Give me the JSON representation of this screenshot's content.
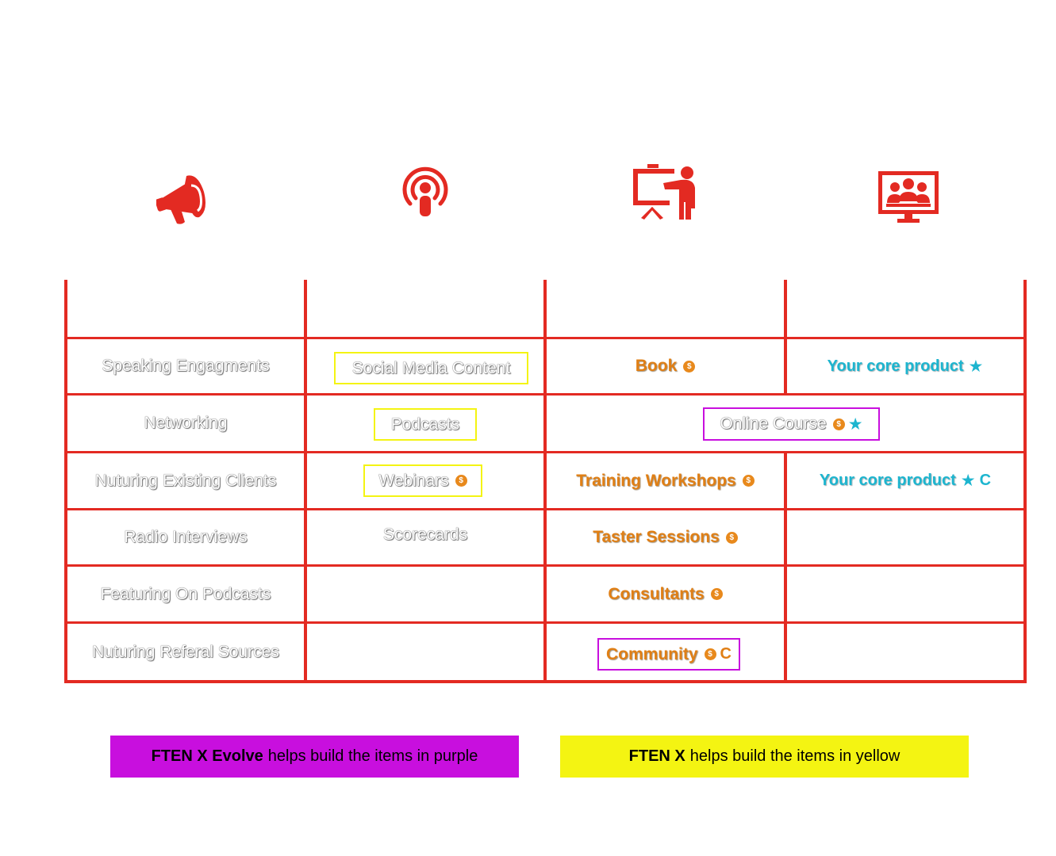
{
  "colors": {
    "grid": "#e32a22",
    "icon": "#e32a22",
    "orange_text": "#e07f15",
    "teal_text": "#1db5cf",
    "purple": "#c80fde",
    "yellow": "#f4f412"
  },
  "header_icons": [
    "megaphone-icon",
    "podcast-icon",
    "presenter-icon",
    "video-conference-icon"
  ],
  "rows": [
    {
      "col1": "Speaking Engagments",
      "col2": "Social Media Content",
      "col3": "Book",
      "col4": "Your core product"
    },
    {
      "col1": "Networking",
      "col2": "Podcasts",
      "col34": "Online Course"
    },
    {
      "col1": "Nuturing Existing Clients",
      "col2": "Webinars",
      "col3": "Training Workshops",
      "col4": "Your core product"
    },
    {
      "col1": "Radio Interviews",
      "col2": "Scorecards",
      "col3": "Taster Sessions"
    },
    {
      "col1": "Featuring On Podcasts",
      "col3": "Consultants"
    },
    {
      "col1": "Nuturing Referal Sources",
      "col3": "Community"
    }
  ],
  "symbols": {
    "coin": "$",
    "star": "★",
    "refresh": "C"
  },
  "legend": {
    "purple": {
      "bold": "FTEN X Evolve",
      "text": "helps build the items in purple"
    },
    "yellow": {
      "bold": "FTEN X",
      "text": "helps build the items in yellow"
    }
  }
}
